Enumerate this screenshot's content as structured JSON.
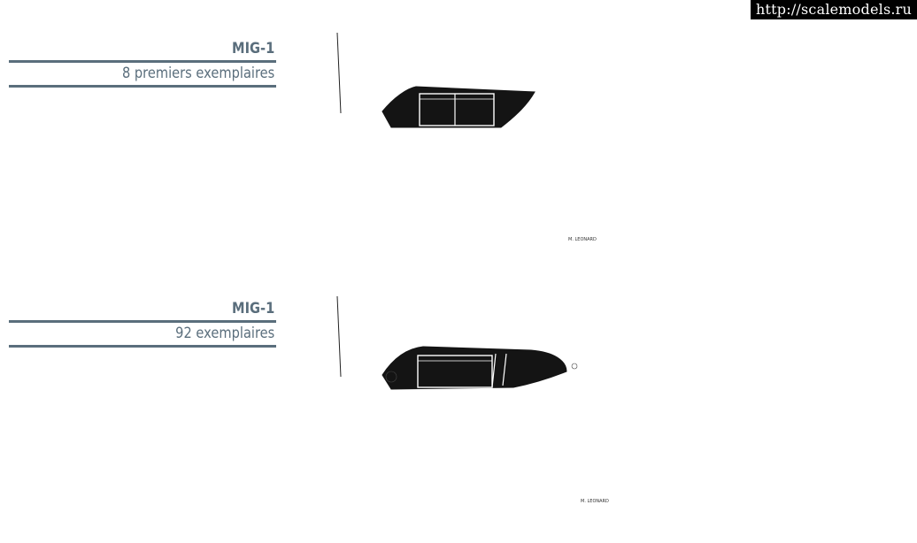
{
  "watermark": "http://scalemodels.ru",
  "profiles": [
    {
      "model": "MIG-1",
      "variant": "8 premiers exemplaires",
      "canopy": "short"
    },
    {
      "model": "MIG-1",
      "variant": "92 exemplaires",
      "canopy": "long"
    }
  ],
  "signature": "M. LEONARD",
  "colors": {
    "caption": "#5a6e7c",
    "ink": "#222222",
    "canopy": "#141414"
  }
}
